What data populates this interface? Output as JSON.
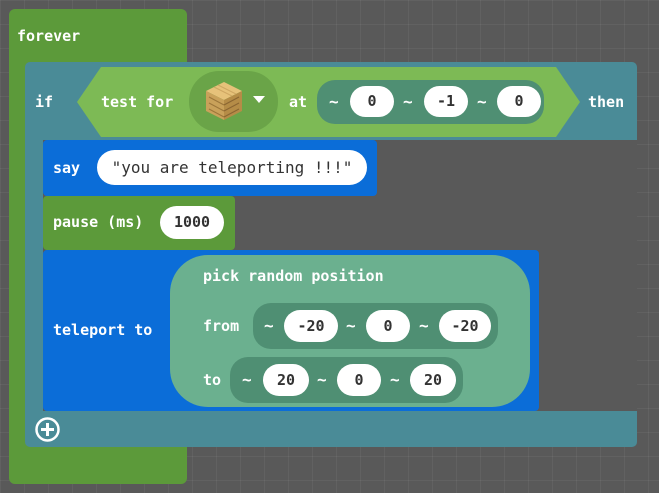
{
  "colors": {
    "canvas": "#595959",
    "loop_block": "#5c9a3a",
    "if_block": "#4a8b97",
    "condition_block": "#7dba55",
    "player_block": "#0b6dd8",
    "position_block": "#6bb08f",
    "coord_pill": "#4f8f73"
  },
  "forever": {
    "label": "forever"
  },
  "if_block": {
    "label": "if",
    "then_label": "then",
    "add_icon": "plus-circle-icon",
    "condition": {
      "label": "test for",
      "block_icon": "planks-block-icon",
      "dropdown_icon": "triangle-down-icon",
      "at_label": "at",
      "tilde": "~",
      "x": "0",
      "y": "-1",
      "z": "0"
    }
  },
  "say": {
    "label": "say",
    "message": "\"you are teleporting !!!\""
  },
  "pause": {
    "label": "pause (ms)",
    "value": "1000"
  },
  "teleport": {
    "label": "teleport to",
    "pick_label": "pick random position",
    "from_label": "from",
    "to_label": "to",
    "tilde": "~",
    "from": {
      "x": "-20",
      "y": "0",
      "z": "-20"
    },
    "to": {
      "x": "20",
      "y": "0",
      "z": "20"
    }
  }
}
